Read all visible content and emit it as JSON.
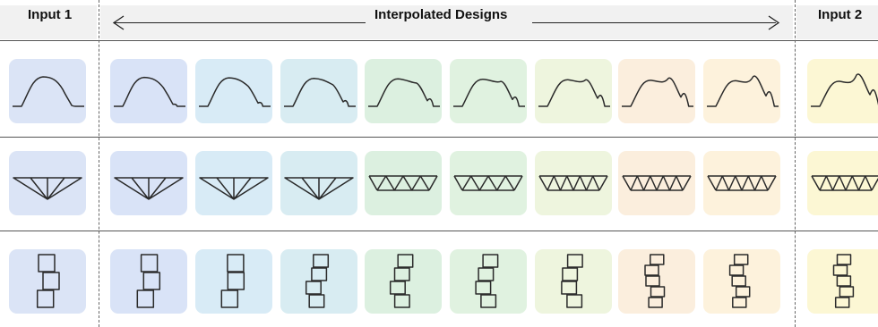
{
  "header": {
    "left_label": "Input 1",
    "center_label": "Interpolated Designs",
    "right_label": "Input 2"
  },
  "columns": [
    {
      "role": "input-1",
      "color": "#dbe4f6"
    },
    {
      "role": "interpolated",
      "color": "#d9e3f7"
    },
    {
      "role": "interpolated",
      "color": "#d8ebf6"
    },
    {
      "role": "interpolated",
      "color": "#d8ecf2"
    },
    {
      "role": "interpolated",
      "color": "#dcf0e0"
    },
    {
      "role": "interpolated",
      "color": "#e0f2e0"
    },
    {
      "role": "interpolated",
      "color": "#eef5de"
    },
    {
      "role": "interpolated",
      "color": "#fbeedd"
    },
    {
      "role": "interpolated",
      "color": "#fdf2dc"
    },
    {
      "role": "input-2",
      "color": "#fcf7d4"
    }
  ],
  "rows": [
    {
      "design": "hill-profile"
    },
    {
      "design": "roof-truss"
    },
    {
      "design": "stacked-boxes"
    }
  ]
}
